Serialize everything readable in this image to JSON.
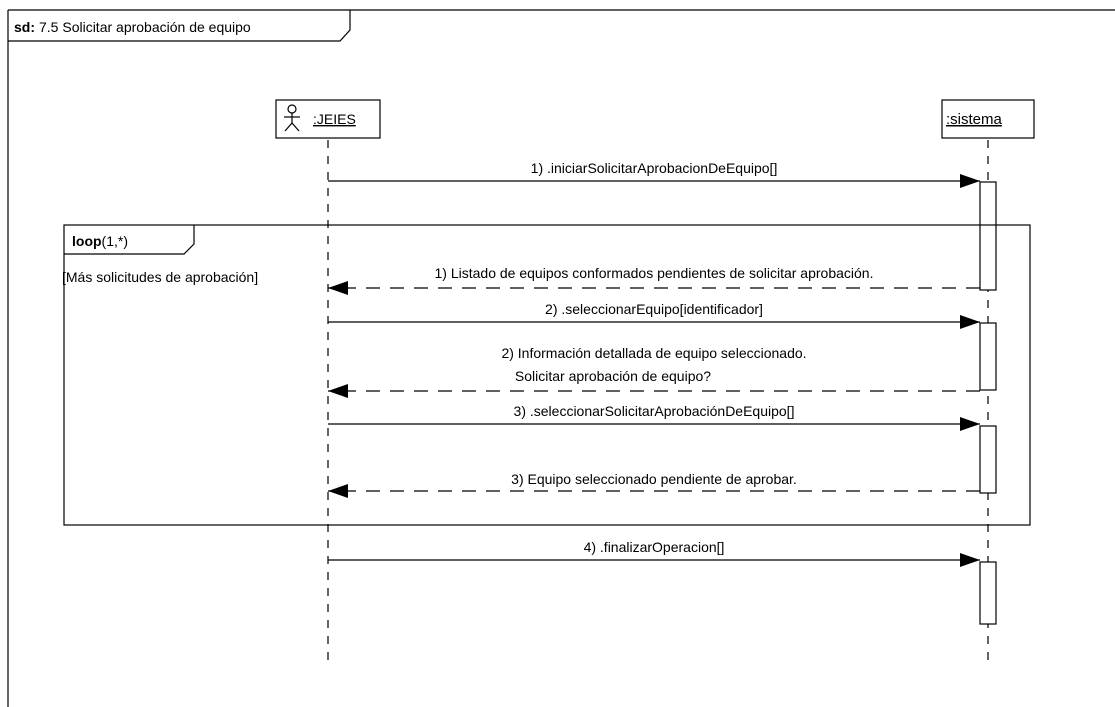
{
  "frame": {
    "prefix": "sd:",
    "title": "7.5 Solicitar aprobación de equipo"
  },
  "participants": [
    {
      "name": ":JEIES",
      "kind": "actor"
    },
    {
      "name": ":sistema",
      "kind": "object"
    }
  ],
  "loop": {
    "label": "loop",
    "range": "(1,*)",
    "guard": "[Más solicitudes de aprobación]"
  },
  "messages": [
    {
      "text": "1) .iniciarSolicitarAprobacionDeEquipo[]",
      "type": "call"
    },
    {
      "text": "1) Listado de equipos conformados pendientes de solicitar aprobación.",
      "type": "return"
    },
    {
      "text": "2) .seleccionarEquipo[identificador]",
      "type": "call"
    },
    {
      "text_line1": "2) Información detallada de equipo seleccionado.",
      "text_line2": "Solicitar aprobación de equipo?",
      "type": "return"
    },
    {
      "text": "3) .seleccionarSolicitarAprobaciónDeEquipo[]",
      "type": "call"
    },
    {
      "text": "3) Equipo seleccionado pendiente de aprobar.",
      "type": "return"
    },
    {
      "text": "4) .finalizarOperacion[]",
      "type": "call"
    }
  ]
}
